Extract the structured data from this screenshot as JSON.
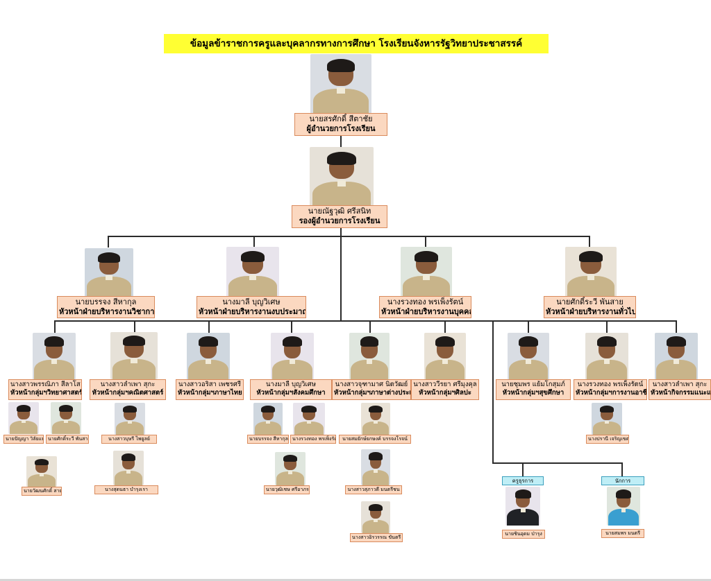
{
  "title": "ข้อมูลข้าราชการครูและบุคลากรทางการศึกษา โรงเรียนจังหาร​รัฐวิทยาประชาสรรค์",
  "colors": {
    "title_bg": "#ffff33",
    "label_bg": "#fbd8c0",
    "label_border": "#d98a5c",
    "tag_bg": "#bfeef6",
    "line": "#2a2a2a"
  },
  "director": {
    "name": "นายสรศักดิ์  สีตาชัย",
    "role": "ผู้อำนวยการโรงเรียน"
  },
  "deputy": {
    "name": "นายณัฐวุฒิ  ศรีสนิท",
    "role": "รองผู้อำนวยการโรงเรียน"
  },
  "heads": [
    {
      "name": "นายบรรจง  สีหากุล",
      "role": "หัวหน้าฝ่ายบริหารงานวิชาการ"
    },
    {
      "name": "นางมาลี  บุญวิเศษ",
      "role": "หัวหน้าฝ่ายบริหารงานงบประมาณ"
    },
    {
      "name": "นางรวงทอง  พรเพ็งรัตน์",
      "role": "หัวหน้าฝ่ายบริหารงานบุคคล"
    },
    {
      "name": "นายศักดิ์ระวี  พันสาย",
      "role": "หัวหน้าฝ่ายบริหารงานทั่วไป"
    }
  ],
  "groups": [
    {
      "name": "นางสาวพรรณิภา  สีลาโส",
      "role": "หัวหน้ากลุ่มฯวิทยาศาสตร์"
    },
    {
      "name": "นางสาวลำเพา  สุกะ",
      "role": "หัวหน้ากลุ่มฯคณิตศาสตร์"
    },
    {
      "name": "นางสาวอริสา  เพชรศรี",
      "role": "หัวหน้ากลุ่มฯภาษาไทย"
    },
    {
      "name": "นางมาลี  บุญวิเศษ",
      "role": "หัวหน้ากลุ่มฯสังคมศึกษา"
    },
    {
      "name": "นางสาวจุฑามาศ  นิตวัฒย์",
      "role": "หัวหน้ากลุ่มฯภาษาต่างประเทศ"
    },
    {
      "name": "นางสาววีรยา  ศรีมุงคุล",
      "role": "หัวหน้ากลุ่มฯศิลปะ"
    },
    {
      "name": "นายชุมพร แย้มโกสุมภ์",
      "role": "หัวหน้ากลุ่มฯสุขศึกษา"
    },
    {
      "name": "นางรวงทอง พรเพ็งรัตน์",
      "role": "หัวหน้ากลุ่มฯการงานอาชีพ"
    },
    {
      "name": "นางสาวลำเพา  สุกะ",
      "role": "หัวหน้ากิจกรรมแนะแนว"
    }
  ],
  "members": [
    "นายปัญญา วิลัยแพร",
    "นายศักดิ์ระวี พันสาย",
    "นายวัฒนศักดิ์ สายคำ",
    "นางสาวบุษรี ไพยูลย์",
    "นางสุดนธา บำรุงเรา",
    "นายบรรจง สีหากุล",
    "นางรวงทอง พรเพ็งรัตน์",
    "นายวุฒิเชษ ศรีอาภรณ์",
    "นายสมยักษ์ยกษงค์ บรรจงโรจน์",
    "นางสาวสุภาวดี มนตรีชน",
    "นางสาวอิรวรรณ ขันตรี",
    "นางปรานี เจริญเขต",
    "นายชินอุดม ป่ารุง",
    "นายสมพร มนตรี"
  ],
  "support_tags": [
    "ครูธุรการ",
    "นักการ"
  ]
}
